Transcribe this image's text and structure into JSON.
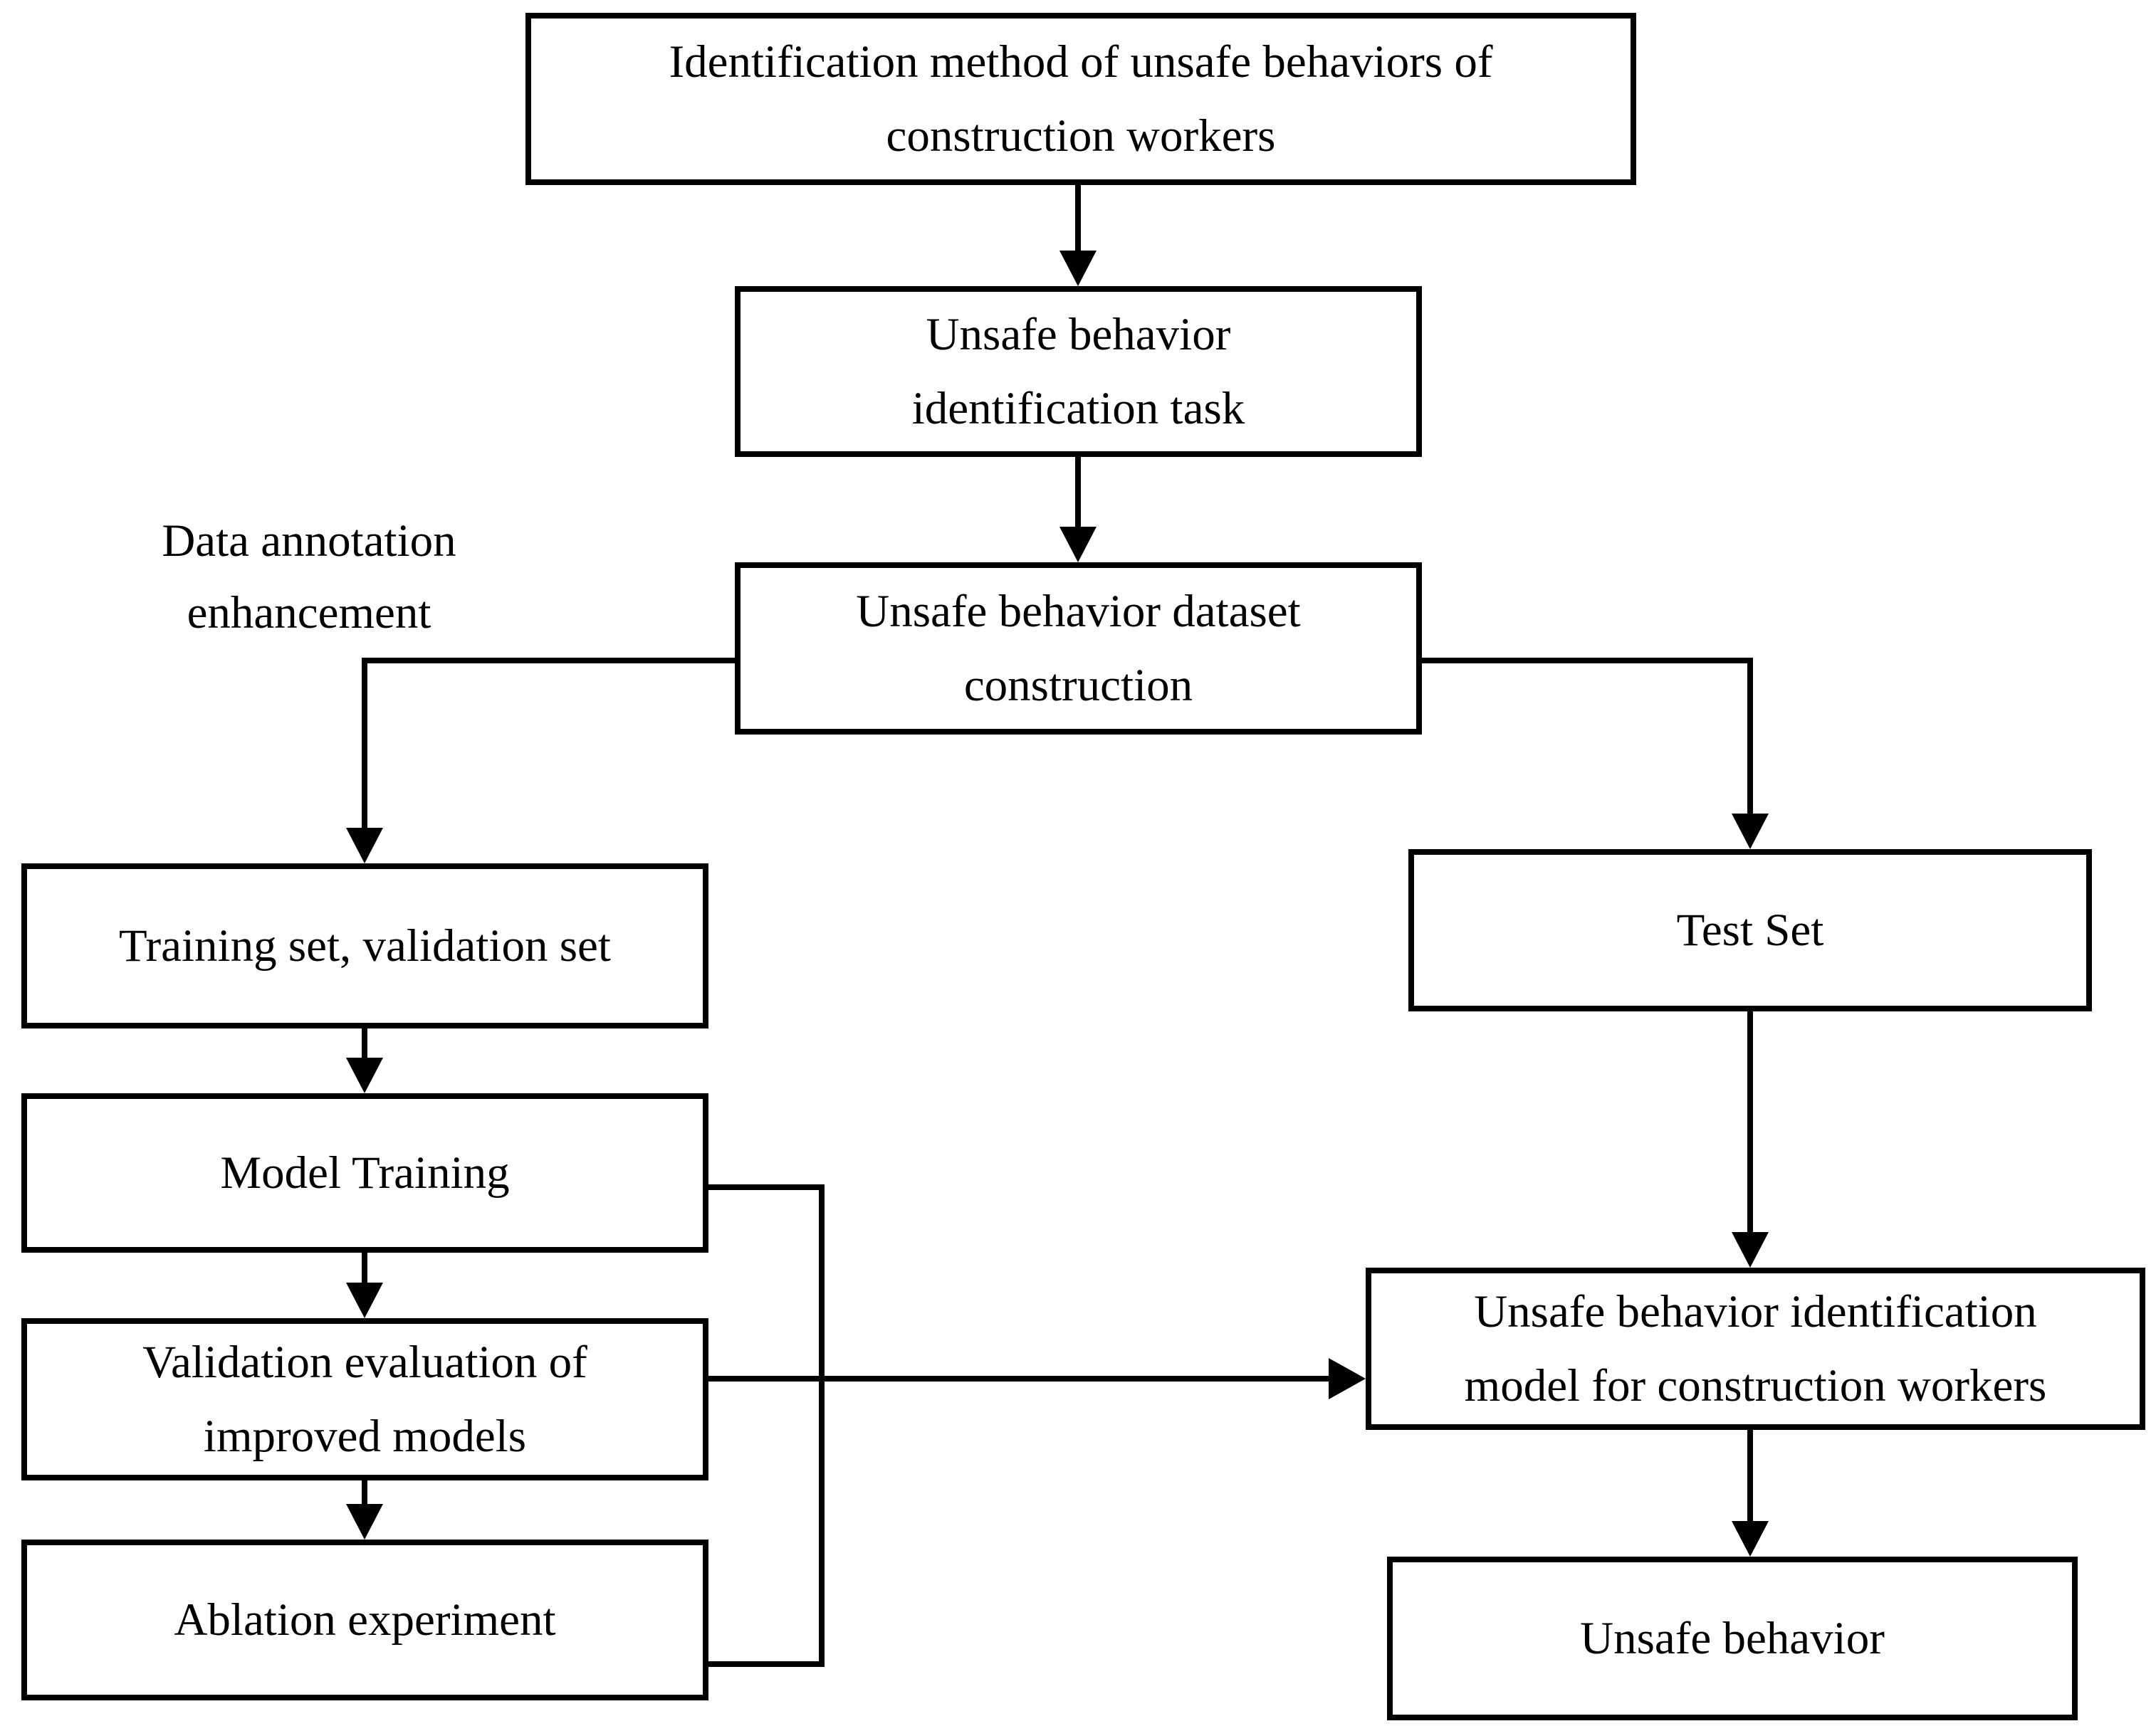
{
  "diagram": {
    "colors": {
      "background": "#ffffff",
      "line": "#000000",
      "box_border": "#000000",
      "box_fill": "#ffffff",
      "text": "#000000"
    },
    "nodes": {
      "method": {
        "label": "Identification method of unsafe behaviors of\nconstruction workers"
      },
      "task": {
        "label": "Unsafe behavior\nidentification task"
      },
      "dataset": {
        "label": "Unsafe behavior dataset\nconstruction"
      },
      "training_set": {
        "label": "Training set, validation set"
      },
      "model_training": {
        "label": "Model Training"
      },
      "validation_eval": {
        "label": "Validation evaluation of\nimproved models"
      },
      "ablation": {
        "label": "Ablation experiment"
      },
      "test_set": {
        "label": "Test Set"
      },
      "identification_model": {
        "label": "Unsafe behavior identification\nmodel for construction workers"
      },
      "unsafe_behavior": {
        "label": "Unsafe behavior"
      }
    },
    "annotations": {
      "data_annotation": {
        "label": "Data annotation\nenhancement"
      }
    }
  }
}
